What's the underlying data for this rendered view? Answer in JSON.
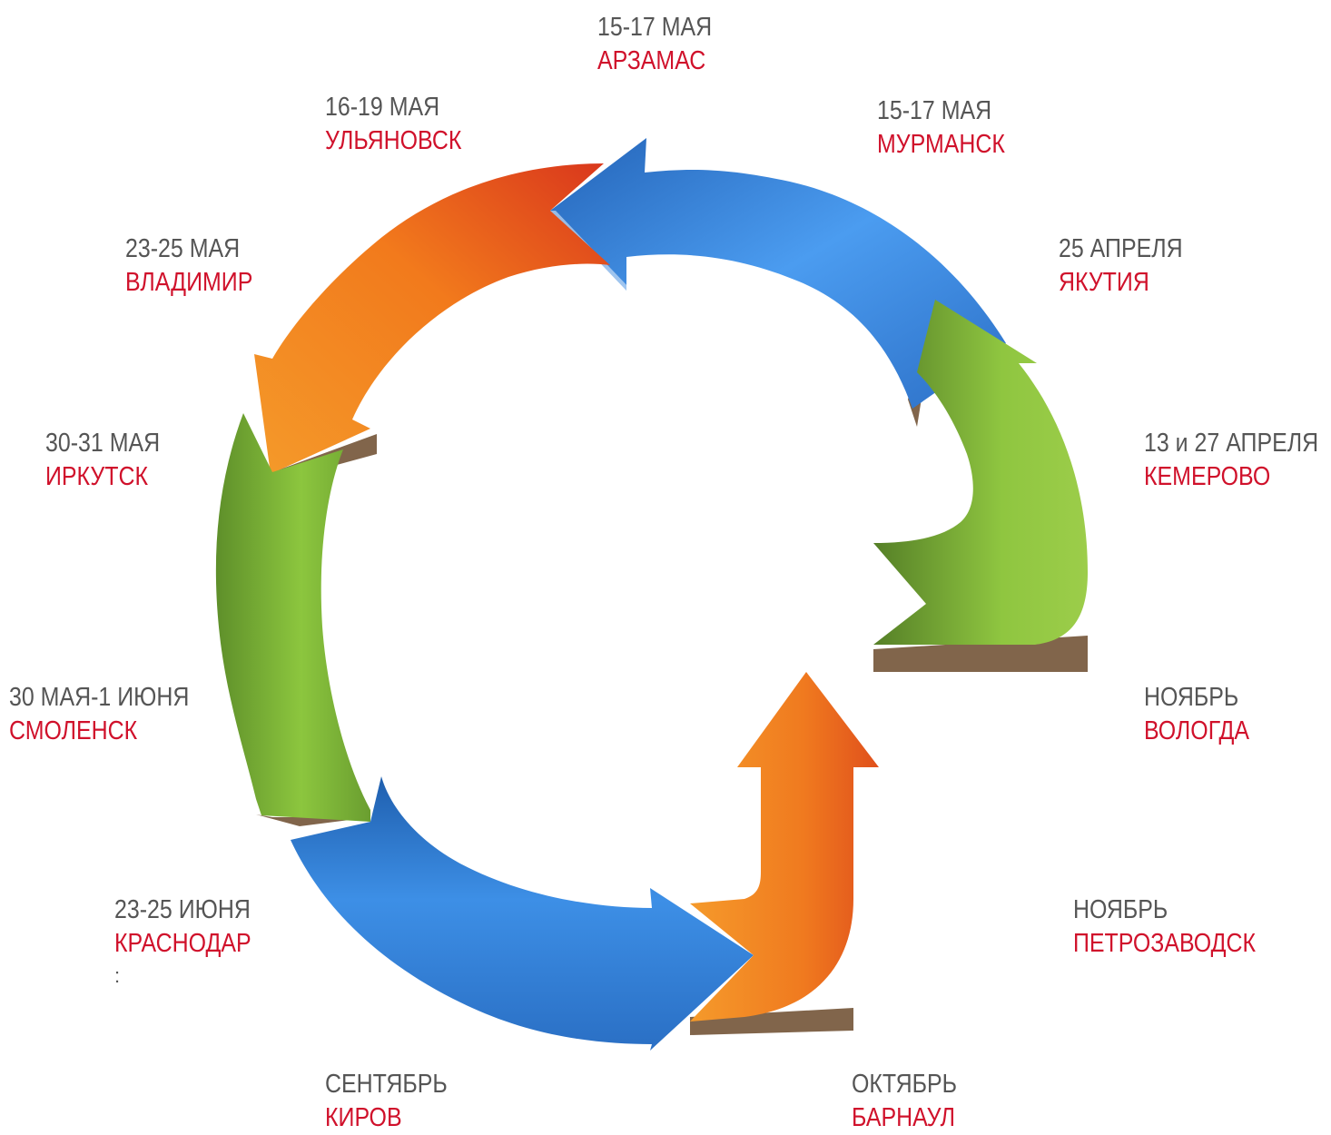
{
  "colors": {
    "date_text": "#555555",
    "city_text": "#d0112b",
    "blue": "#2f7fd8",
    "orange": "#f2801f",
    "green": "#7cb82f"
  },
  "events": [
    {
      "date": "15-17 МАЯ",
      "city": "АРЗАМАС"
    },
    {
      "date": "16-19 МАЯ",
      "city": "УЛЬЯНОВСК"
    },
    {
      "date": "15-17 МАЯ",
      "city": "МУРМАНСК"
    },
    {
      "date": "23-25 МАЯ",
      "city": "ВЛАДИМИР"
    },
    {
      "date": "25 АПРЕЛЯ",
      "city": "ЯКУТИЯ"
    },
    {
      "date": "30-31 МАЯ",
      "city": "ИРКУТСК"
    },
    {
      "date": "13 и 27 АПРЕЛЯ",
      "city": "КЕМЕРОВО"
    },
    {
      "date": "30 МАЯ-1 ИЮНЯ",
      "city": "СМОЛЕНСК"
    },
    {
      "date": "НОЯБРЬ",
      "city": "ВОЛОГДА"
    },
    {
      "date": "23-25 ИЮНЯ",
      "city": "КРАСНОДАР"
    },
    {
      "date": "НОЯБРЬ",
      "city": "ПЕТРОЗАВОДСК"
    },
    {
      "date": "СЕНТЯБРЬ",
      "city": "КИРОВ"
    },
    {
      "date": "ОКТЯБРЬ",
      "city": "БАРНАУЛ"
    }
  ],
  "stray_mark": ":"
}
